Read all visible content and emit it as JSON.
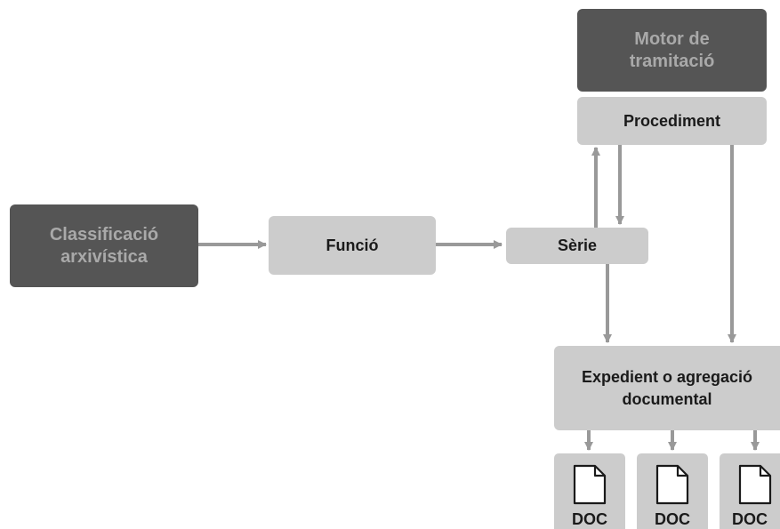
{
  "nodes": {
    "motor": {
      "line1": "Motor de",
      "line2": "tramitació"
    },
    "procediment": {
      "label": "Procediment"
    },
    "classificacio": {
      "line1": "Classificació",
      "line2": "arxivística"
    },
    "funcio": {
      "label": "Funció"
    },
    "serie": {
      "label": "Sèrie"
    },
    "expedient": {
      "line1": "Expedient o agregació",
      "line2": "documental"
    }
  },
  "documents": [
    {
      "label": "DOC",
      "icon": "document-icon"
    },
    {
      "label": "DOC",
      "icon": "document-icon"
    },
    {
      "label": "DOC",
      "icon": "document-icon"
    }
  ],
  "colors": {
    "dark_box": "#555555",
    "dark_text": "#a9a9a9",
    "light_box": "#cccccc",
    "arrow": "#999999"
  }
}
